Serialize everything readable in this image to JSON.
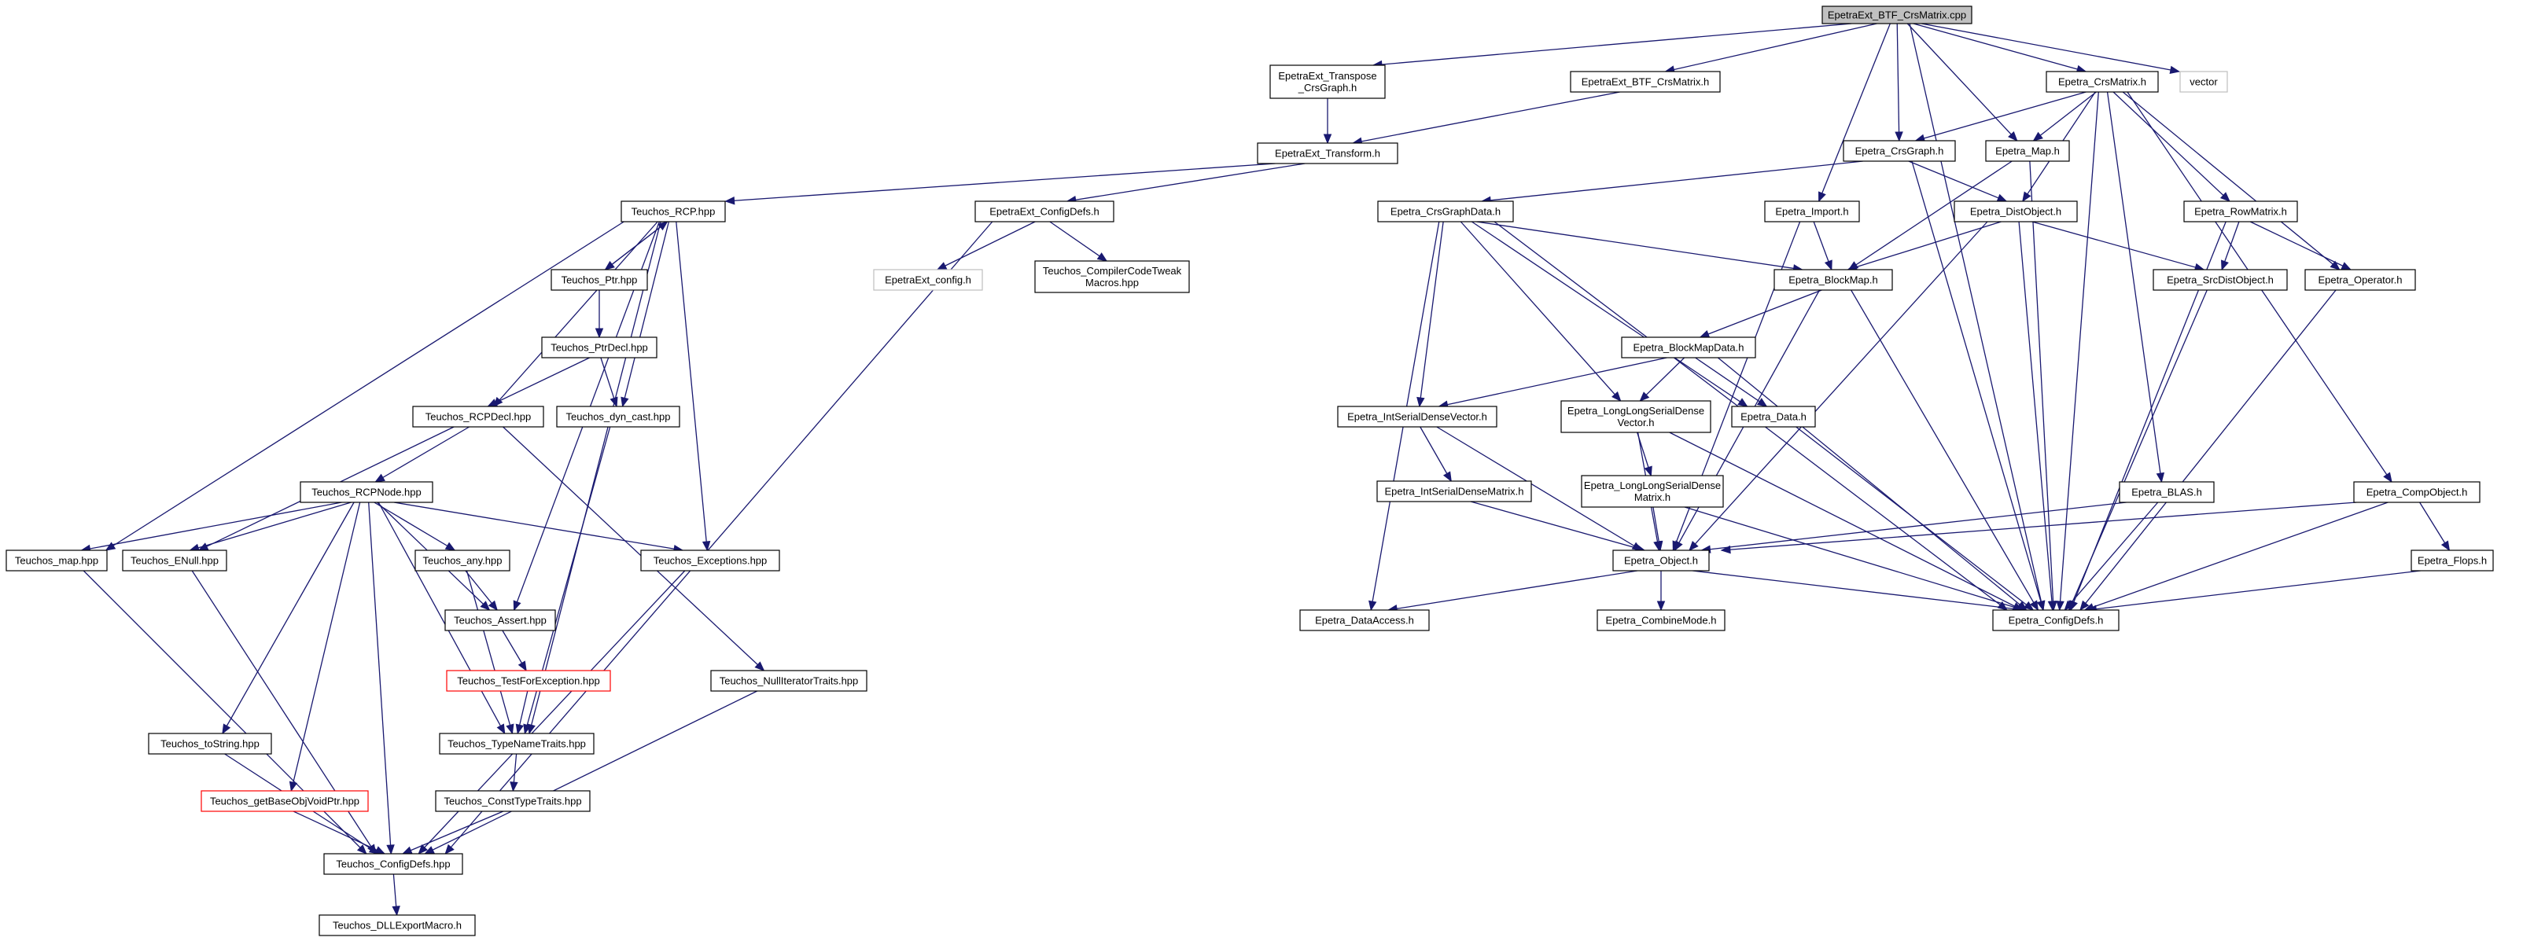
{
  "colors": {
    "edge": "#191970",
    "root_fill": "#c0c0c0",
    "external_border": "#bfbfbf",
    "incomplete_border": "#ff0000",
    "node_border": "#000000"
  },
  "nodes": [
    {
      "id": "root",
      "lines": [
        "EpetraExt_BTF_CrsMatrix.cpp"
      ],
      "style": "root"
    },
    {
      "id": "transpose",
      "lines": [
        "EpetraExt_Transpose",
        "_CrsGraph.h"
      ],
      "style": "normal"
    },
    {
      "id": "btfh",
      "lines": [
        "EpetraExt_BTF_CrsMatrix.h"
      ],
      "style": "normal"
    },
    {
      "id": "crsmatrix",
      "lines": [
        "Epetra_CrsMatrix.h"
      ],
      "style": "normal"
    },
    {
      "id": "vector",
      "lines": [
        "vector"
      ],
      "style": "external"
    },
    {
      "id": "transform",
      "lines": [
        "EpetraExt_Transform.h"
      ],
      "style": "normal"
    },
    {
      "id": "rcp",
      "lines": [
        "Teuchos_RCP.hpp"
      ],
      "style": "normal"
    },
    {
      "id": "extconfig",
      "lines": [
        "EpetraExt_ConfigDefs.h"
      ],
      "style": "normal"
    },
    {
      "id": "extconfigh",
      "lines": [
        "EpetraExt_config.h"
      ],
      "style": "external"
    },
    {
      "id": "tweak",
      "lines": [
        "Teuchos_CompilerCodeTweak",
        "Macros.hpp"
      ],
      "style": "normal"
    },
    {
      "id": "ptr",
      "lines": [
        "Teuchos_Ptr.hpp"
      ],
      "style": "normal"
    },
    {
      "id": "ptrdecl",
      "lines": [
        "Teuchos_PtrDecl.hpp"
      ],
      "style": "normal"
    },
    {
      "id": "rcpdecl",
      "lines": [
        "Teuchos_RCPDecl.hpp"
      ],
      "style": "normal"
    },
    {
      "id": "dyncast",
      "lines": [
        "Teuchos_dyn_cast.hpp"
      ],
      "style": "normal"
    },
    {
      "id": "rcpnode",
      "lines": [
        "Teuchos_RCPNode.hpp"
      ],
      "style": "normal"
    },
    {
      "id": "map",
      "lines": [
        "Teuchos_map.hpp"
      ],
      "style": "normal"
    },
    {
      "id": "enull",
      "lines": [
        "Teuchos_ENull.hpp"
      ],
      "style": "normal"
    },
    {
      "id": "any",
      "lines": [
        "Teuchos_any.hpp"
      ],
      "style": "normal"
    },
    {
      "id": "exceptions",
      "lines": [
        "Teuchos_Exceptions.hpp"
      ],
      "style": "normal"
    },
    {
      "id": "assert",
      "lines": [
        "Teuchos_Assert.hpp"
      ],
      "style": "normal"
    },
    {
      "id": "testfor",
      "lines": [
        "Teuchos_TestForException.hpp"
      ],
      "style": "red"
    },
    {
      "id": "nulliter",
      "lines": [
        "Teuchos_NullIteratorTraits.hpp"
      ],
      "style": "normal"
    },
    {
      "id": "tostring",
      "lines": [
        "Teuchos_toString.hpp"
      ],
      "style": "normal"
    },
    {
      "id": "typename",
      "lines": [
        "Teuchos_TypeNameTraits.hpp"
      ],
      "style": "normal"
    },
    {
      "id": "getbase",
      "lines": [
        "Teuchos_getBaseObjVoidPtr.hpp"
      ],
      "style": "red"
    },
    {
      "id": "consttype",
      "lines": [
        "Teuchos_ConstTypeTraits.hpp"
      ],
      "style": "normal"
    },
    {
      "id": "tconfig",
      "lines": [
        "Teuchos_ConfigDefs.hpp"
      ],
      "style": "normal"
    },
    {
      "id": "dllexport",
      "lines": [
        "Teuchos_DLLExportMacro.h"
      ],
      "style": "normal"
    },
    {
      "id": "crsgraph",
      "lines": [
        "Epetra_CrsGraph.h"
      ],
      "style": "normal"
    },
    {
      "id": "emap",
      "lines": [
        "Epetra_Map.h"
      ],
      "style": "normal"
    },
    {
      "id": "crsgraphdata",
      "lines": [
        "Epetra_CrsGraphData.h"
      ],
      "style": "normal"
    },
    {
      "id": "import",
      "lines": [
        "Epetra_Import.h"
      ],
      "style": "normal"
    },
    {
      "id": "distobject",
      "lines": [
        "Epetra_DistObject.h"
      ],
      "style": "normal"
    },
    {
      "id": "rowmatrix",
      "lines": [
        "Epetra_RowMatrix.h"
      ],
      "style": "normal"
    },
    {
      "id": "blockmap",
      "lines": [
        "Epetra_BlockMap.h"
      ],
      "style": "normal"
    },
    {
      "id": "srcdist",
      "lines": [
        "Epetra_SrcDistObject.h"
      ],
      "style": "normal"
    },
    {
      "id": "operator",
      "lines": [
        "Epetra_Operator.h"
      ],
      "style": "normal"
    },
    {
      "id": "blockmapdata",
      "lines": [
        "Epetra_BlockMapData.h"
      ],
      "style": "normal"
    },
    {
      "id": "intvec",
      "lines": [
        "Epetra_IntSerialDenseVector.h"
      ],
      "style": "normal"
    },
    {
      "id": "llvec",
      "lines": [
        "Epetra_LongLongSerialDense",
        "Vector.h"
      ],
      "style": "normal"
    },
    {
      "id": "data",
      "lines": [
        "Epetra_Data.h"
      ],
      "style": "normal"
    },
    {
      "id": "intmat",
      "lines": [
        "Epetra_IntSerialDenseMatrix.h"
      ],
      "style": "normal"
    },
    {
      "id": "llmat",
      "lines": [
        "Epetra_LongLongSerialDense",
        "Matrix.h"
      ],
      "style": "normal"
    },
    {
      "id": "blas",
      "lines": [
        "Epetra_BLAS.h"
      ],
      "style": "normal"
    },
    {
      "id": "compobject",
      "lines": [
        "Epetra_CompObject.h"
      ],
      "style": "normal"
    },
    {
      "id": "object",
      "lines": [
        "Epetra_Object.h"
      ],
      "style": "normal"
    },
    {
      "id": "flops",
      "lines": [
        "Epetra_Flops.h"
      ],
      "style": "normal"
    },
    {
      "id": "dataaccess",
      "lines": [
        "Epetra_DataAccess.h"
      ],
      "style": "normal"
    },
    {
      "id": "combine",
      "lines": [
        "Epetra_CombineMode.h"
      ],
      "style": "normal"
    },
    {
      "id": "econfig",
      "lines": [
        "Epetra_ConfigDefs.h"
      ],
      "style": "normal"
    }
  ],
  "edges": [
    [
      "root",
      "transpose"
    ],
    [
      "root",
      "btfh"
    ],
    [
      "root",
      "crsmatrix"
    ],
    [
      "root",
      "vector"
    ],
    [
      "root",
      "crsgraph"
    ],
    [
      "root",
      "emap"
    ],
    [
      "root",
      "import"
    ],
    [
      "root",
      "econfig"
    ],
    [
      "transpose",
      "transform"
    ],
    [
      "btfh",
      "transform"
    ],
    [
      "transform",
      "rcp"
    ],
    [
      "transform",
      "extconfig"
    ],
    [
      "extconfig",
      "extconfigh"
    ],
    [
      "extconfig",
      "tweak"
    ],
    [
      "extconfig",
      "tconfig"
    ],
    [
      "rcp",
      "ptr"
    ],
    [
      "rcp",
      "rcpdecl"
    ],
    [
      "rcp",
      "dyncast"
    ],
    [
      "rcp",
      "map"
    ],
    [
      "rcp",
      "exceptions"
    ],
    [
      "rcp",
      "assert"
    ],
    [
      "rcp",
      "typename"
    ],
    [
      "ptr",
      "ptrdecl"
    ],
    [
      "ptr",
      "rcp"
    ],
    [
      "ptrdecl",
      "rcpdecl"
    ],
    [
      "ptrdecl",
      "dyncast"
    ],
    [
      "rcpdecl",
      "rcpnode"
    ],
    [
      "rcpdecl",
      "enull"
    ],
    [
      "rcpdecl",
      "nulliter"
    ],
    [
      "dyncast",
      "typename"
    ],
    [
      "rcpnode",
      "map"
    ],
    [
      "rcpnode",
      "enull"
    ],
    [
      "rcpnode",
      "any"
    ],
    [
      "rcpnode",
      "exceptions"
    ],
    [
      "rcpnode",
      "assert"
    ],
    [
      "rcpnode",
      "tostring"
    ],
    [
      "rcpnode",
      "getbase"
    ],
    [
      "rcpnode",
      "typename"
    ],
    [
      "rcpnode",
      "tconfig"
    ],
    [
      "any",
      "assert"
    ],
    [
      "any",
      "typename"
    ],
    [
      "assert",
      "testfor"
    ],
    [
      "testfor",
      "typename"
    ],
    [
      "typename",
      "consttype"
    ],
    [
      "consttype",
      "tconfig"
    ],
    [
      "getbase",
      "tconfig"
    ],
    [
      "tostring",
      "tconfig"
    ],
    [
      "map",
      "tconfig"
    ],
    [
      "enull",
      "tconfig"
    ],
    [
      "exceptions",
      "tconfig"
    ],
    [
      "nulliter",
      "tconfig"
    ],
    [
      "tconfig",
      "dllexport"
    ],
    [
      "crsmatrix",
      "crsgraph"
    ],
    [
      "crsmatrix",
      "emap"
    ],
    [
      "crsmatrix",
      "distobject"
    ],
    [
      "crsmatrix",
      "rowmatrix"
    ],
    [
      "crsmatrix",
      "operator"
    ],
    [
      "crsmatrix",
      "blas"
    ],
    [
      "crsmatrix",
      "compobject"
    ],
    [
      "crsmatrix",
      "econfig"
    ],
    [
      "crsgraph",
      "crsgraphdata"
    ],
    [
      "crsgraph",
      "distobject"
    ],
    [
      "crsgraph",
      "econfig"
    ],
    [
      "emap",
      "blockmap"
    ],
    [
      "emap",
      "econfig"
    ],
    [
      "import",
      "blockmap"
    ],
    [
      "import",
      "object"
    ],
    [
      "distobject",
      "blockmap"
    ],
    [
      "distobject",
      "srcdist"
    ],
    [
      "distobject",
      "object"
    ],
    [
      "distobject",
      "econfig"
    ],
    [
      "rowmatrix",
      "srcdist"
    ],
    [
      "rowmatrix",
      "operator"
    ],
    [
      "rowmatrix",
      "econfig"
    ],
    [
      "srcdist",
      "econfig"
    ],
    [
      "operator",
      "econfig"
    ],
    [
      "crsgraphdata",
      "blockmap"
    ],
    [
      "crsgraphdata",
      "intvec"
    ],
    [
      "crsgraphdata",
      "llvec"
    ],
    [
      "crsgraphdata",
      "data"
    ],
    [
      "crsgraphdata",
      "dataaccess"
    ],
    [
      "crsgraphdata",
      "econfig"
    ],
    [
      "blockmap",
      "blockmapdata"
    ],
    [
      "blockmap",
      "object"
    ],
    [
      "blockmap",
      "econfig"
    ],
    [
      "blockmapdata",
      "intvec"
    ],
    [
      "blockmapdata",
      "llvec"
    ],
    [
      "blockmapdata",
      "data"
    ],
    [
      "blockmapdata",
      "econfig"
    ],
    [
      "intvec",
      "intmat"
    ],
    [
      "intvec",
      "object"
    ],
    [
      "intmat",
      "object"
    ],
    [
      "llvec",
      "llmat"
    ],
    [
      "llvec",
      "object"
    ],
    [
      "llvec",
      "econfig"
    ],
    [
      "llmat",
      "object"
    ],
    [
      "llmat",
      "econfig"
    ],
    [
      "data",
      "econfig"
    ],
    [
      "blas",
      "object"
    ],
    [
      "blas",
      "econfig"
    ],
    [
      "compobject",
      "flops"
    ],
    [
      "compobject",
      "object"
    ],
    [
      "compobject",
      "econfig"
    ],
    [
      "flops",
      "econfig"
    ],
    [
      "object",
      "dataaccess"
    ],
    [
      "object",
      "combine"
    ],
    [
      "object",
      "econfig"
    ]
  ]
}
